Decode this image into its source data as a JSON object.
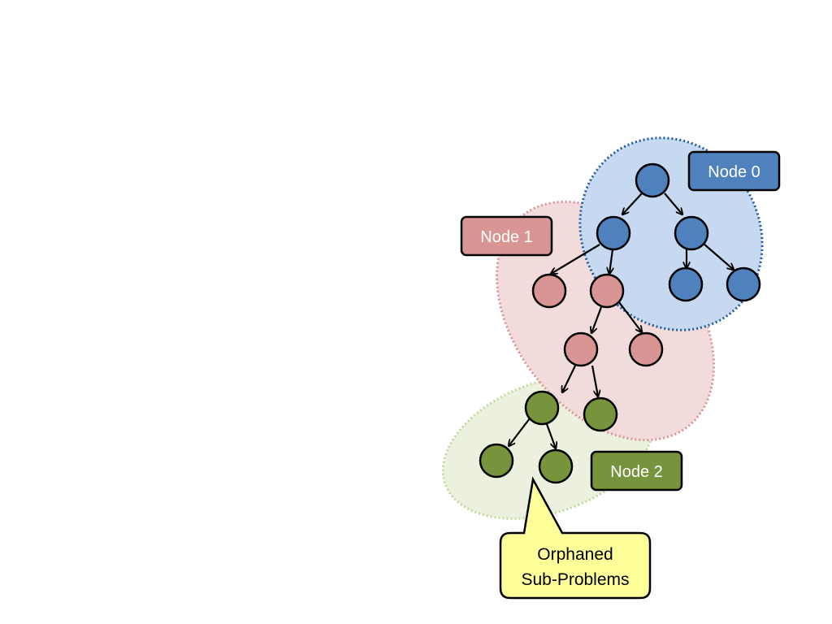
{
  "colors": {
    "node0_fill": "#4f81bd",
    "node0_region": "#c6d9f0",
    "node0_border": "#1f5aa0",
    "node1_fill": "#d99594",
    "node1_region": "#f2dcdb",
    "node1_border": "#d99594",
    "node2_fill": "#77933c",
    "node2_region": "#ebf1de",
    "node2_border": "#c3d69b",
    "callout_fill": "#ffff99"
  },
  "labels": {
    "node0": "Node 0",
    "node1": "Node 1",
    "node2": "Node 2"
  },
  "callout": {
    "line1": "Orphaned",
    "line2": "Sub-Problems"
  }
}
